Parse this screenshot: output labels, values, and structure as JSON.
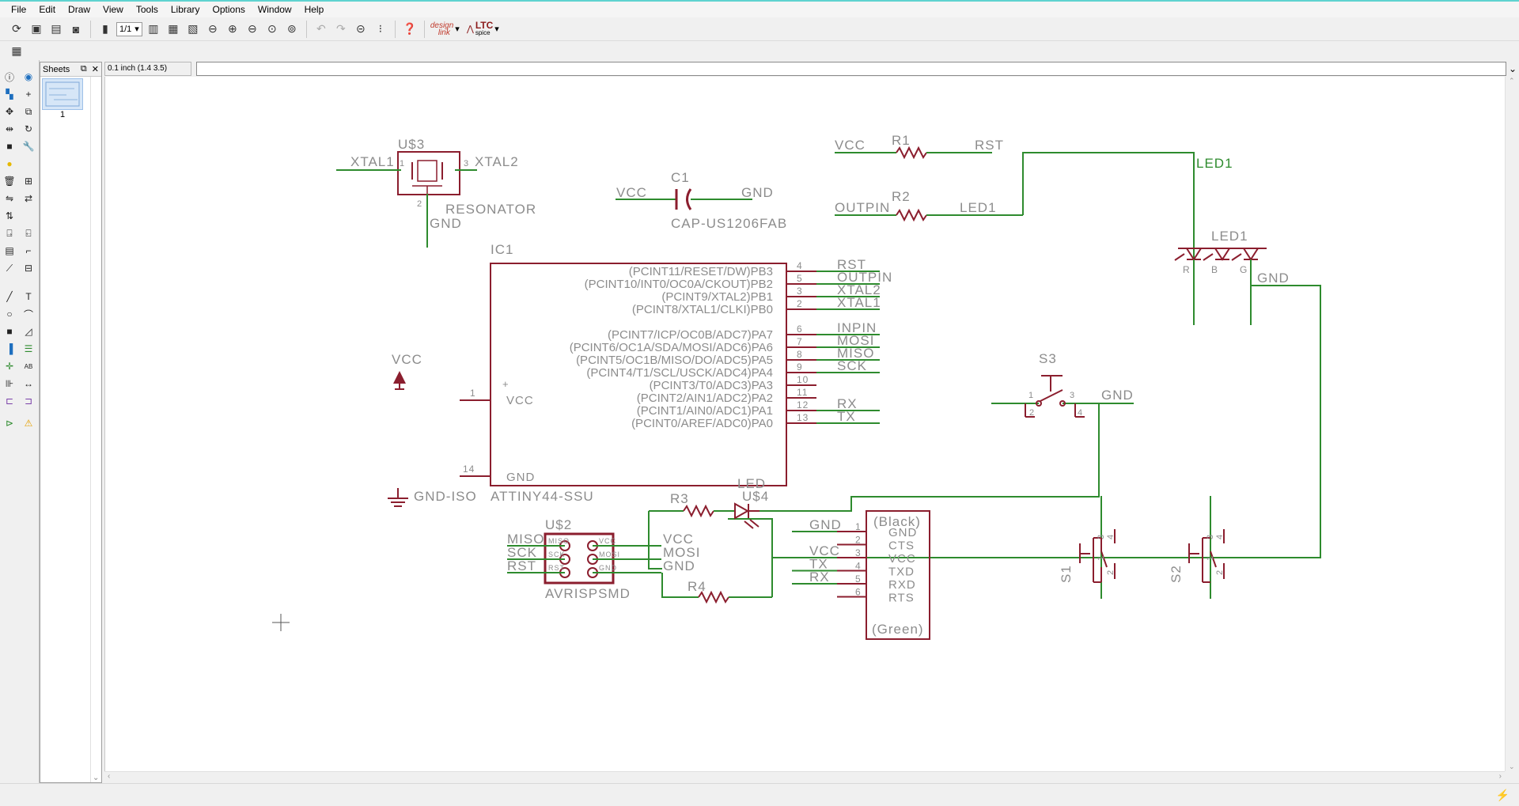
{
  "menu": [
    "File",
    "Edit",
    "Draw",
    "View",
    "Tools",
    "Library",
    "Options",
    "Window",
    "Help"
  ],
  "toolbar": {
    "sheet_combo": "1/1",
    "brand_design": "design",
    "brand_link": "link",
    "brand_ltc": "LTC",
    "brand_spice": "spice"
  },
  "sheets_panel": {
    "title": "Sheets",
    "sheet_number": "1"
  },
  "command": {
    "coordinate": "0.1 inch (1.4 3.5)",
    "value": ""
  },
  "schematic": {
    "u3": {
      "name": "U$3",
      "pin1": "XTAL1",
      "pin3": "XTAL2",
      "value": "RESONATOR",
      "gnd": "GND",
      "n1": "1",
      "n2": "2",
      "n3": "3"
    },
    "c1": {
      "name": "C1",
      "left": "VCC",
      "right": "GND",
      "value": "CAP-US1206FAB"
    },
    "r1": {
      "name": "R1",
      "left": "VCC",
      "right": "RST"
    },
    "r2": {
      "name": "R2",
      "left": "OUTPIN",
      "right": "LED1"
    },
    "net_led1": "LED1",
    "led1": {
      "name": "LED1",
      "r": "R",
      "b": "B",
      "g": "G",
      "gnd": "GND"
    },
    "ic1": {
      "name": "IC1",
      "value": "ATTINY44-SSU",
      "vcc_label": "VCC",
      "gnd_label": "GND",
      "vcc_pin": "1",
      "gnd_pin": "14",
      "right_pins": [
        {
          "label": "(PCINT11/RESET/DW)PB3",
          "num": "4",
          "net": "RST"
        },
        {
          "label": "(PCINT10/INT0/OC0A/CKOUT)PB2",
          "num": "5",
          "net": "OUTPIN"
        },
        {
          "label": "(PCINT9/XTAL2)PB1",
          "num": "3",
          "net": "XTAL2"
        },
        {
          "label": "(PCINT8/XTAL1/CLKI)PB0",
          "num": "2",
          "net": "XTAL1"
        },
        {
          "label": "(PCINT7/ICP/OC0B/ADC7)PA7",
          "num": "6",
          "net": "INPIN"
        },
        {
          "label": "(PCINT6/OC1A/SDA/MOSI/ADC6)PA6",
          "num": "7",
          "net": "MOSI"
        },
        {
          "label": "(PCINT5/OC1B/MISO/DO/ADC5)PA5",
          "num": "8",
          "net": "MISO"
        },
        {
          "label": "(PCINT4/T1/SCL/USCK/ADC4)PA4",
          "num": "9",
          "net": "SCK"
        },
        {
          "label": "(PCINT3/T0/ADC3)PA3",
          "num": "10",
          "net": ""
        },
        {
          "label": "(PCINT2/AIN1/ADC2)PA2",
          "num": "11",
          "net": ""
        },
        {
          "label": "(PCINT1/AIN0/ADC1)PA1",
          "num": "12",
          "net": "RX"
        },
        {
          "label": "(PCINT0/AREF/ADC0)PA0",
          "num": "13",
          "net": "TX"
        }
      ]
    },
    "vcc_symbol": "VCC",
    "gnd_iso": "GND-ISO",
    "s3": {
      "name": "S3",
      "gnd": "GND",
      "n1": "1",
      "n2": "2",
      "n3": "3",
      "n4": "4"
    },
    "r3": {
      "name": "R3"
    },
    "u4": {
      "name": "U$4",
      "value": "LED"
    },
    "u2": {
      "name": "U$2",
      "value": "AVRISPSMD",
      "left_nets": [
        "MISO",
        "SCK",
        "RST"
      ],
      "right_nets": [
        "VCC",
        "MOSI",
        "GND"
      ],
      "left_pins": [
        "MISO",
        "SCK",
        "RST"
      ],
      "right_pins": [
        "VCC",
        "MOSI",
        "GND"
      ]
    },
    "r4": {
      "name": "R4"
    },
    "ftdi": {
      "top": "(Black)",
      "bottom": "(Green)",
      "pins": [
        {
          "num": "1",
          "name": "GND",
          "net": "GND"
        },
        {
          "num": "2",
          "name": "CTS",
          "net": ""
        },
        {
          "num": "3",
          "name": "VCC",
          "net": "VCC"
        },
        {
          "num": "4",
          "name": "TXD",
          "net": "TX"
        },
        {
          "num": "5",
          "name": "RXD",
          "net": "RX"
        },
        {
          "num": "6",
          "name": "RTS",
          "net": ""
        }
      ]
    },
    "s1": {
      "name": "S1",
      "n1": "1",
      "n2": "2",
      "n3": "3",
      "n4": "4"
    },
    "s2": {
      "name": "S2",
      "n1": "1",
      "n2": "2",
      "n3": "3",
      "n4": "4"
    }
  },
  "colors": {
    "wire": "#2e8b2e",
    "symbol": "#8b1e2e",
    "text": "#8c8c8c",
    "canvas": "#ffffff"
  }
}
